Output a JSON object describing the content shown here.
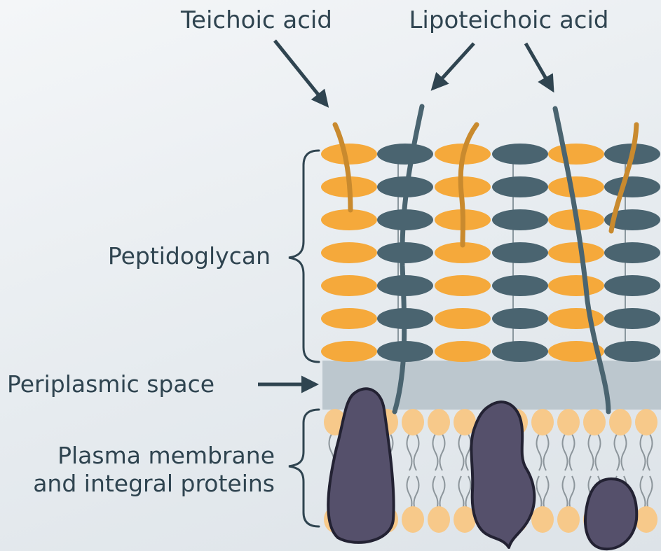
{
  "labels": {
    "teichoic_acid": "Teichoic acid",
    "lipoteichoic_acid": "Lipoteichoic acid",
    "peptidoglycan": "Peptidoglycan",
    "periplasmic_space": "Periplasmic space",
    "plasma_membrane_line1": "Plasma membrane",
    "plasma_membrane_line2": "and integral proteins"
  },
  "colors": {
    "nag_orange": "#f5a93b",
    "nam_slate": "#4a6470",
    "teichoic_brown": "#c98a2e",
    "periplasm_grey": "#bcc7ce",
    "phospholipid_head": "#f7c98a",
    "protein_purple": "#55506b",
    "protein_outline": "#232233",
    "text_and_arrows": "#2f4450"
  }
}
